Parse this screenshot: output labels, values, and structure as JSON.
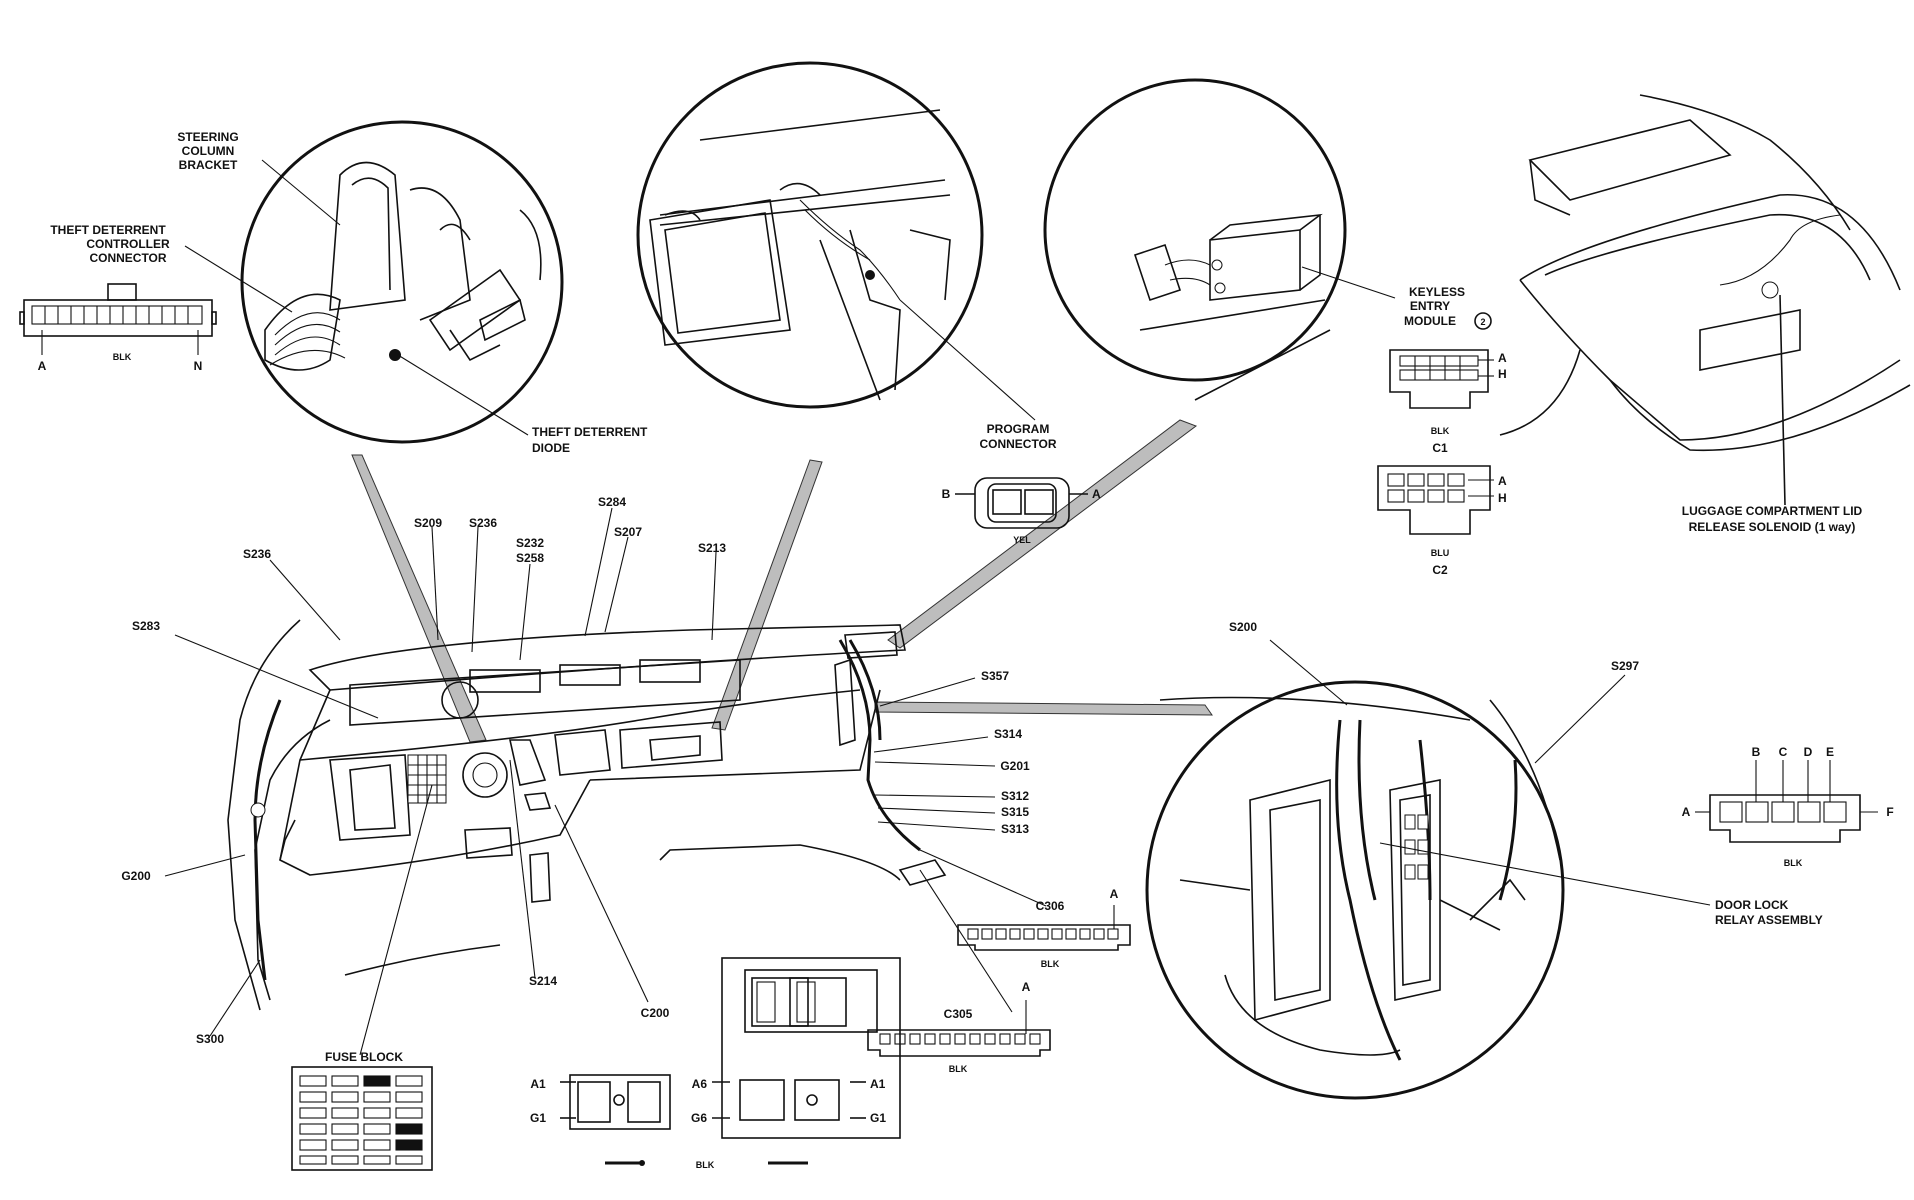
{
  "labels": {
    "steering_column_bracket": [
      "STEERING",
      "COLUMN",
      "BRACKET"
    ],
    "theft_controller_connector": [
      "THEFT DETERRENT",
      "CONTROLLER",
      "CONNECTOR"
    ],
    "theft_connector_pin_a": "A",
    "theft_connector_pin_n": "N",
    "theft_connector_color": "BLK",
    "theft_deterrent_diode": [
      "THEFT DETERRENT",
      "DIODE"
    ],
    "program_connector": [
      "PROGRAM",
      "CONNECTOR"
    ],
    "program_pin_b": "B",
    "program_pin_a": "A",
    "program_color": "YEL",
    "keyless_entry_module": [
      "KEYLESS",
      "ENTRY",
      "MODULE"
    ],
    "keyless_module_note": "2",
    "c1_pin_a": "A",
    "c1_pin_h": "H",
    "c1_color": "BLK",
    "c1_name": "C1",
    "c2_pin_a": "A",
    "c2_pin_h": "H",
    "c2_color": "BLU",
    "c2_name": "C2",
    "luggage_solenoid": [
      "LUGGAGE COMPARTMENT LID",
      "RELEASE SOLENOID (1 way)"
    ],
    "door_lock_relay": [
      "DOOR LOCK",
      "RELAY ASSEMBLY"
    ],
    "relay_pin_b": "B",
    "relay_pin_c": "C",
    "relay_pin_d": "D",
    "relay_pin_e": "E",
    "relay_pin_a": "A",
    "relay_pin_f": "F",
    "relay_color": "BLK",
    "fuse_block": "FUSE BLOCK",
    "c200_a1_left": "A1",
    "c200_g1_left": "G1",
    "c200_a6": "A6",
    "c200_g6": "G6",
    "c200_a1_right": "A1",
    "c200_g1_right": "G1",
    "c200_color": "BLK",
    "c306": "C306",
    "c306_pin_a": "A",
    "c306_color": "BLK",
    "c305": "C305",
    "c305_pin_a": "A",
    "c305_color": "BLK",
    "s209": "S209",
    "s236_top": "S236",
    "s232": "S232",
    "s258": "S258",
    "s284": "S284",
    "s207": "S207",
    "s213": "S213",
    "s236_left": "S236",
    "s283": "S283",
    "s357": "S357",
    "s314_right": "S314",
    "g201": "G201",
    "s312": "S312",
    "s315": "S315",
    "s313": "S313",
    "g200": "G200",
    "s300": "S300",
    "s214": "S214",
    "c200": "C200",
    "s200": "S200",
    "s297": "S297"
  }
}
